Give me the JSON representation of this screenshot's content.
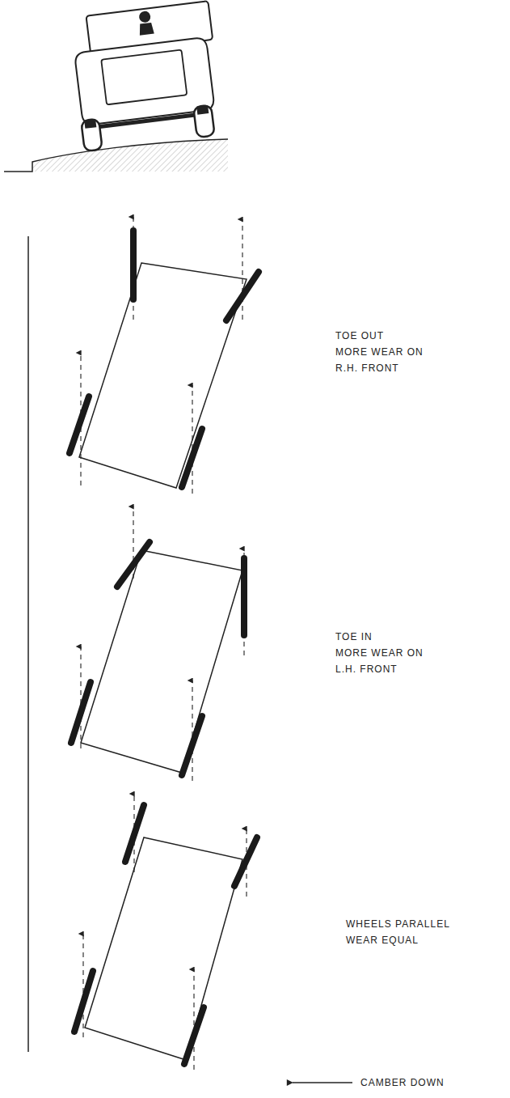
{
  "diagram": {
    "labels": [
      "TOE OUT",
      "MORE WEAR ON R.H. FRONT",
      "TOE IN",
      "MORE WEAR ON L.H. FRONT",
      "WHEELS PARALLEL",
      "WEAR EQUAL",
      "CAMBER DOWN"
    ]
  }
}
